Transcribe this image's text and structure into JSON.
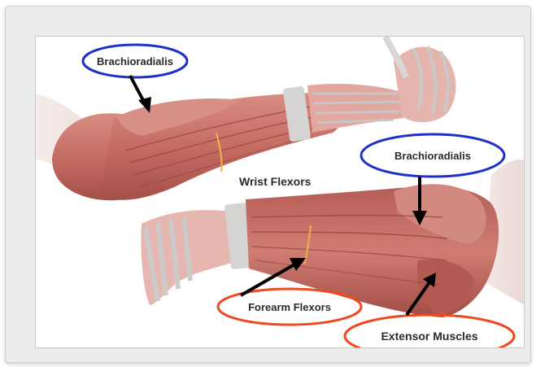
{
  "labels": {
    "brachioradialis_top": "Brachioradialis",
    "brachioradialis_right": "Brachioradialis",
    "wrist_flexors": "Wrist Flexors",
    "forearm_flexors": "Forearm Flexors",
    "extensor_muscles": "Extensor Muscles"
  },
  "colors": {
    "frame_bg": "#ececec",
    "muscle": "#c9766c",
    "muscle_dark": "#9d4a43",
    "tendon": "#dcdada",
    "blue_outline": "#1e30c8",
    "red_outline": "#f04820",
    "arrow": "#000000"
  }
}
